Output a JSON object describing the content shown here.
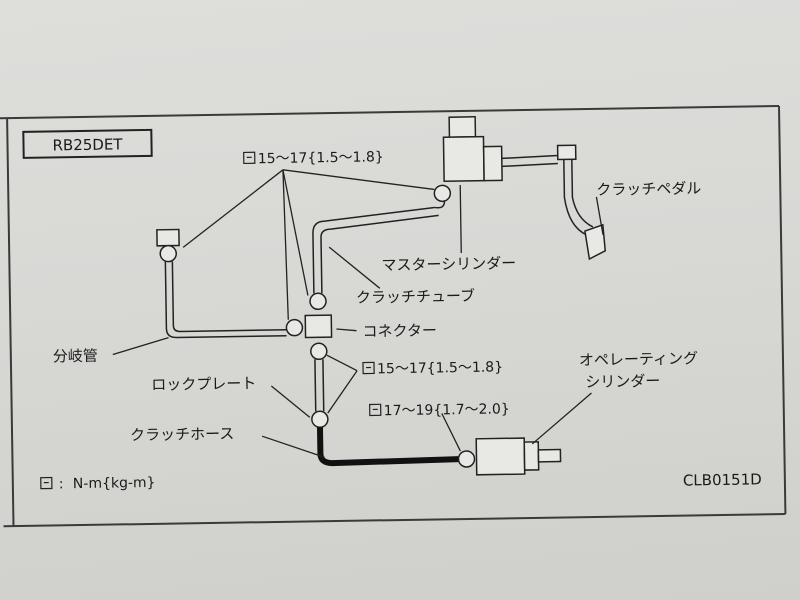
{
  "engine_code": "RB25DET",
  "drawing_code": "CLB0151D",
  "torque_legend": "N-m{kg-m}",
  "torque_legend_prefix": ":",
  "torque_values": {
    "upper": "15～17{1.5～1.8}",
    "middle": "15～17{1.5～1.8}",
    "lower": "17～19{1.7～2.0}"
  },
  "labels": {
    "clutch_pedal": "クラッチペダル",
    "master_cylinder": "マスターシリンダー",
    "clutch_tube": "クラッチチューブ",
    "connector": "コネクター",
    "branch_pipe": "分岐管",
    "lock_plate": "ロックプレート",
    "clutch_hose": "クラッチホース",
    "operating_cylinder_line1": "オペレーティング",
    "operating_cylinder_line2": "シリンダー"
  }
}
